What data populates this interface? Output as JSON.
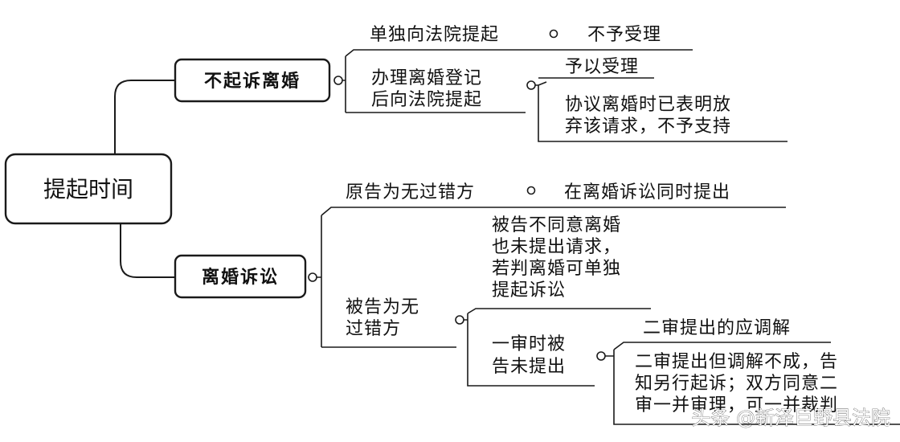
{
  "root": {
    "label": "提起时间"
  },
  "branch_a": {
    "label": "不起诉离婚",
    "item1": {
      "label": "单独向法院提起",
      "result": "不予受理"
    },
    "item2": {
      "label_lines": [
        "办理离婚登记",
        "后向法院提起"
      ],
      "sub1": "予以受理",
      "sub2_lines": [
        "协议离婚时已表明放",
        "弃该请求，不予支持"
      ]
    }
  },
  "branch_b": {
    "label": "离婚诉讼",
    "item1": {
      "label": "原告为无过错方",
      "result": "在离婚诉讼同时提出"
    },
    "item2": {
      "label_lines": [
        "被告为无",
        "过错方"
      ],
      "sub1_lines": [
        "被告不同意离婚",
        "也未提出请求，",
        "若判离婚可单独",
        "提起诉讼"
      ],
      "sub2": {
        "label_lines": [
          "一审时被",
          "告未提出"
        ],
        "leaf1": "二审提出的应调解",
        "leaf2_lines": [
          "二审提出但调解不成，告",
          "知另行起诉；双方同意二",
          "审一并审理，可一并裁判"
        ]
      }
    }
  },
  "watermark": "头条 @新泽巨野县法院"
}
